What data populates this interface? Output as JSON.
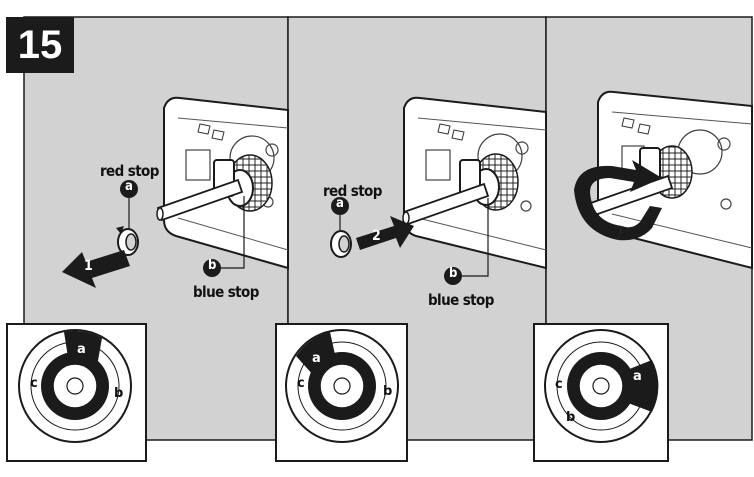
{
  "step": {
    "number": "15"
  },
  "panels": [
    {
      "red_label": "red stop",
      "red_letter": "a",
      "blue_label": "blue stop",
      "blue_letter": "b",
      "arrow_number": "1",
      "dial": {
        "a": "a",
        "b": "b",
        "c": "c"
      }
    },
    {
      "red_label": "red stop",
      "red_letter": "a",
      "blue_label": "blue stop",
      "blue_letter": "b",
      "arrow_number": "2",
      "dial": {
        "a": "a",
        "b": "b",
        "c": "c"
      }
    },
    {
      "dial": {
        "a": "a",
        "b": "b",
        "c": "c"
      }
    }
  ],
  "colors": {
    "panel_bg": "#d2d2d2",
    "ink": "#1b1b1b",
    "paper": "#ffffff"
  },
  "icons": [
    "stop-ring-icon",
    "valve-stem-icon",
    "rotation-arrow-icon",
    "dial-icon"
  ]
}
